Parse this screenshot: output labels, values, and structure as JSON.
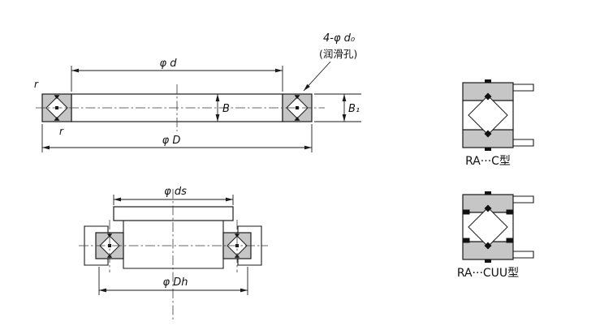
{
  "colors": {
    "line": "#1a1a1a",
    "section_fill": "#c6c6c6",
    "background": "#ffffff"
  },
  "main_section_view": {
    "dim_inner_diameter": "φ d",
    "dim_outer_diameter": "φ D",
    "dim_width": "B",
    "dim_width_b1": "B₁",
    "lube_holes_callout": "4-φ d₀",
    "lube_holes_note": "(润滑孔)",
    "chamfer_top": "r",
    "chamfer_bottom": "r"
  },
  "mounting_section_view": {
    "dim_shaft_seat": "φ ds",
    "dim_housing_bore": "φ Dh"
  },
  "type_views": [
    {
      "label": "RA···C型"
    },
    {
      "label": "RA···CUU型"
    }
  ]
}
